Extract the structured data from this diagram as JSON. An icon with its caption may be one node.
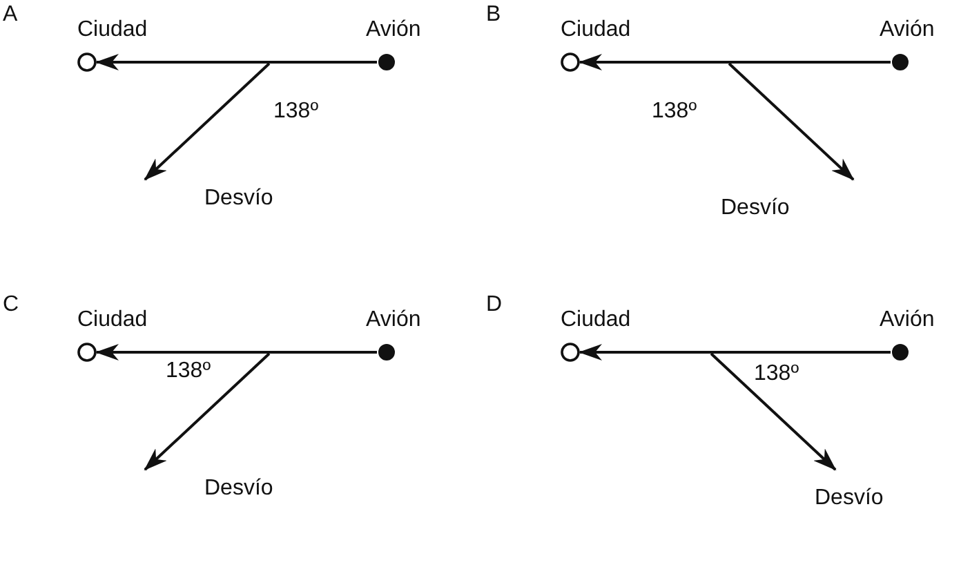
{
  "diagram": {
    "nodes": [
      {
        "text": [
          "Ciudad"
        ]
      },
      {
        "text": [
          "Avión"
        ]
      },
      {
        "text": [
          "Ciudad"
        ]
      },
      {
        "text": [
          "Avión"
        ]
      },
      {
        "text": [
          "Ciudad"
        ]
      },
      {
        "text": [
          "Avión"
        ]
      },
      {
        "text": [
          "Ciudad"
        ]
      },
      {
        "text": [
          "Avión"
        ]
      }
    ],
    "edges": [
      {
        "from": 1,
        "to": 0,
        "arrow": "to"
      },
      {
        "from": 3,
        "to": 2,
        "arrow": "to"
      },
      {
        "from": 5,
        "to": 4,
        "arrow": "to"
      },
      {
        "from": 7,
        "to": 6,
        "arrow": "to"
      }
    ],
    "labels": [
      "A",
      "138º",
      "Desvío",
      "B",
      "138º",
      "Desvío",
      "C",
      "138º",
      "Desvío",
      "D",
      "138º",
      "Desvío"
    ]
  }
}
